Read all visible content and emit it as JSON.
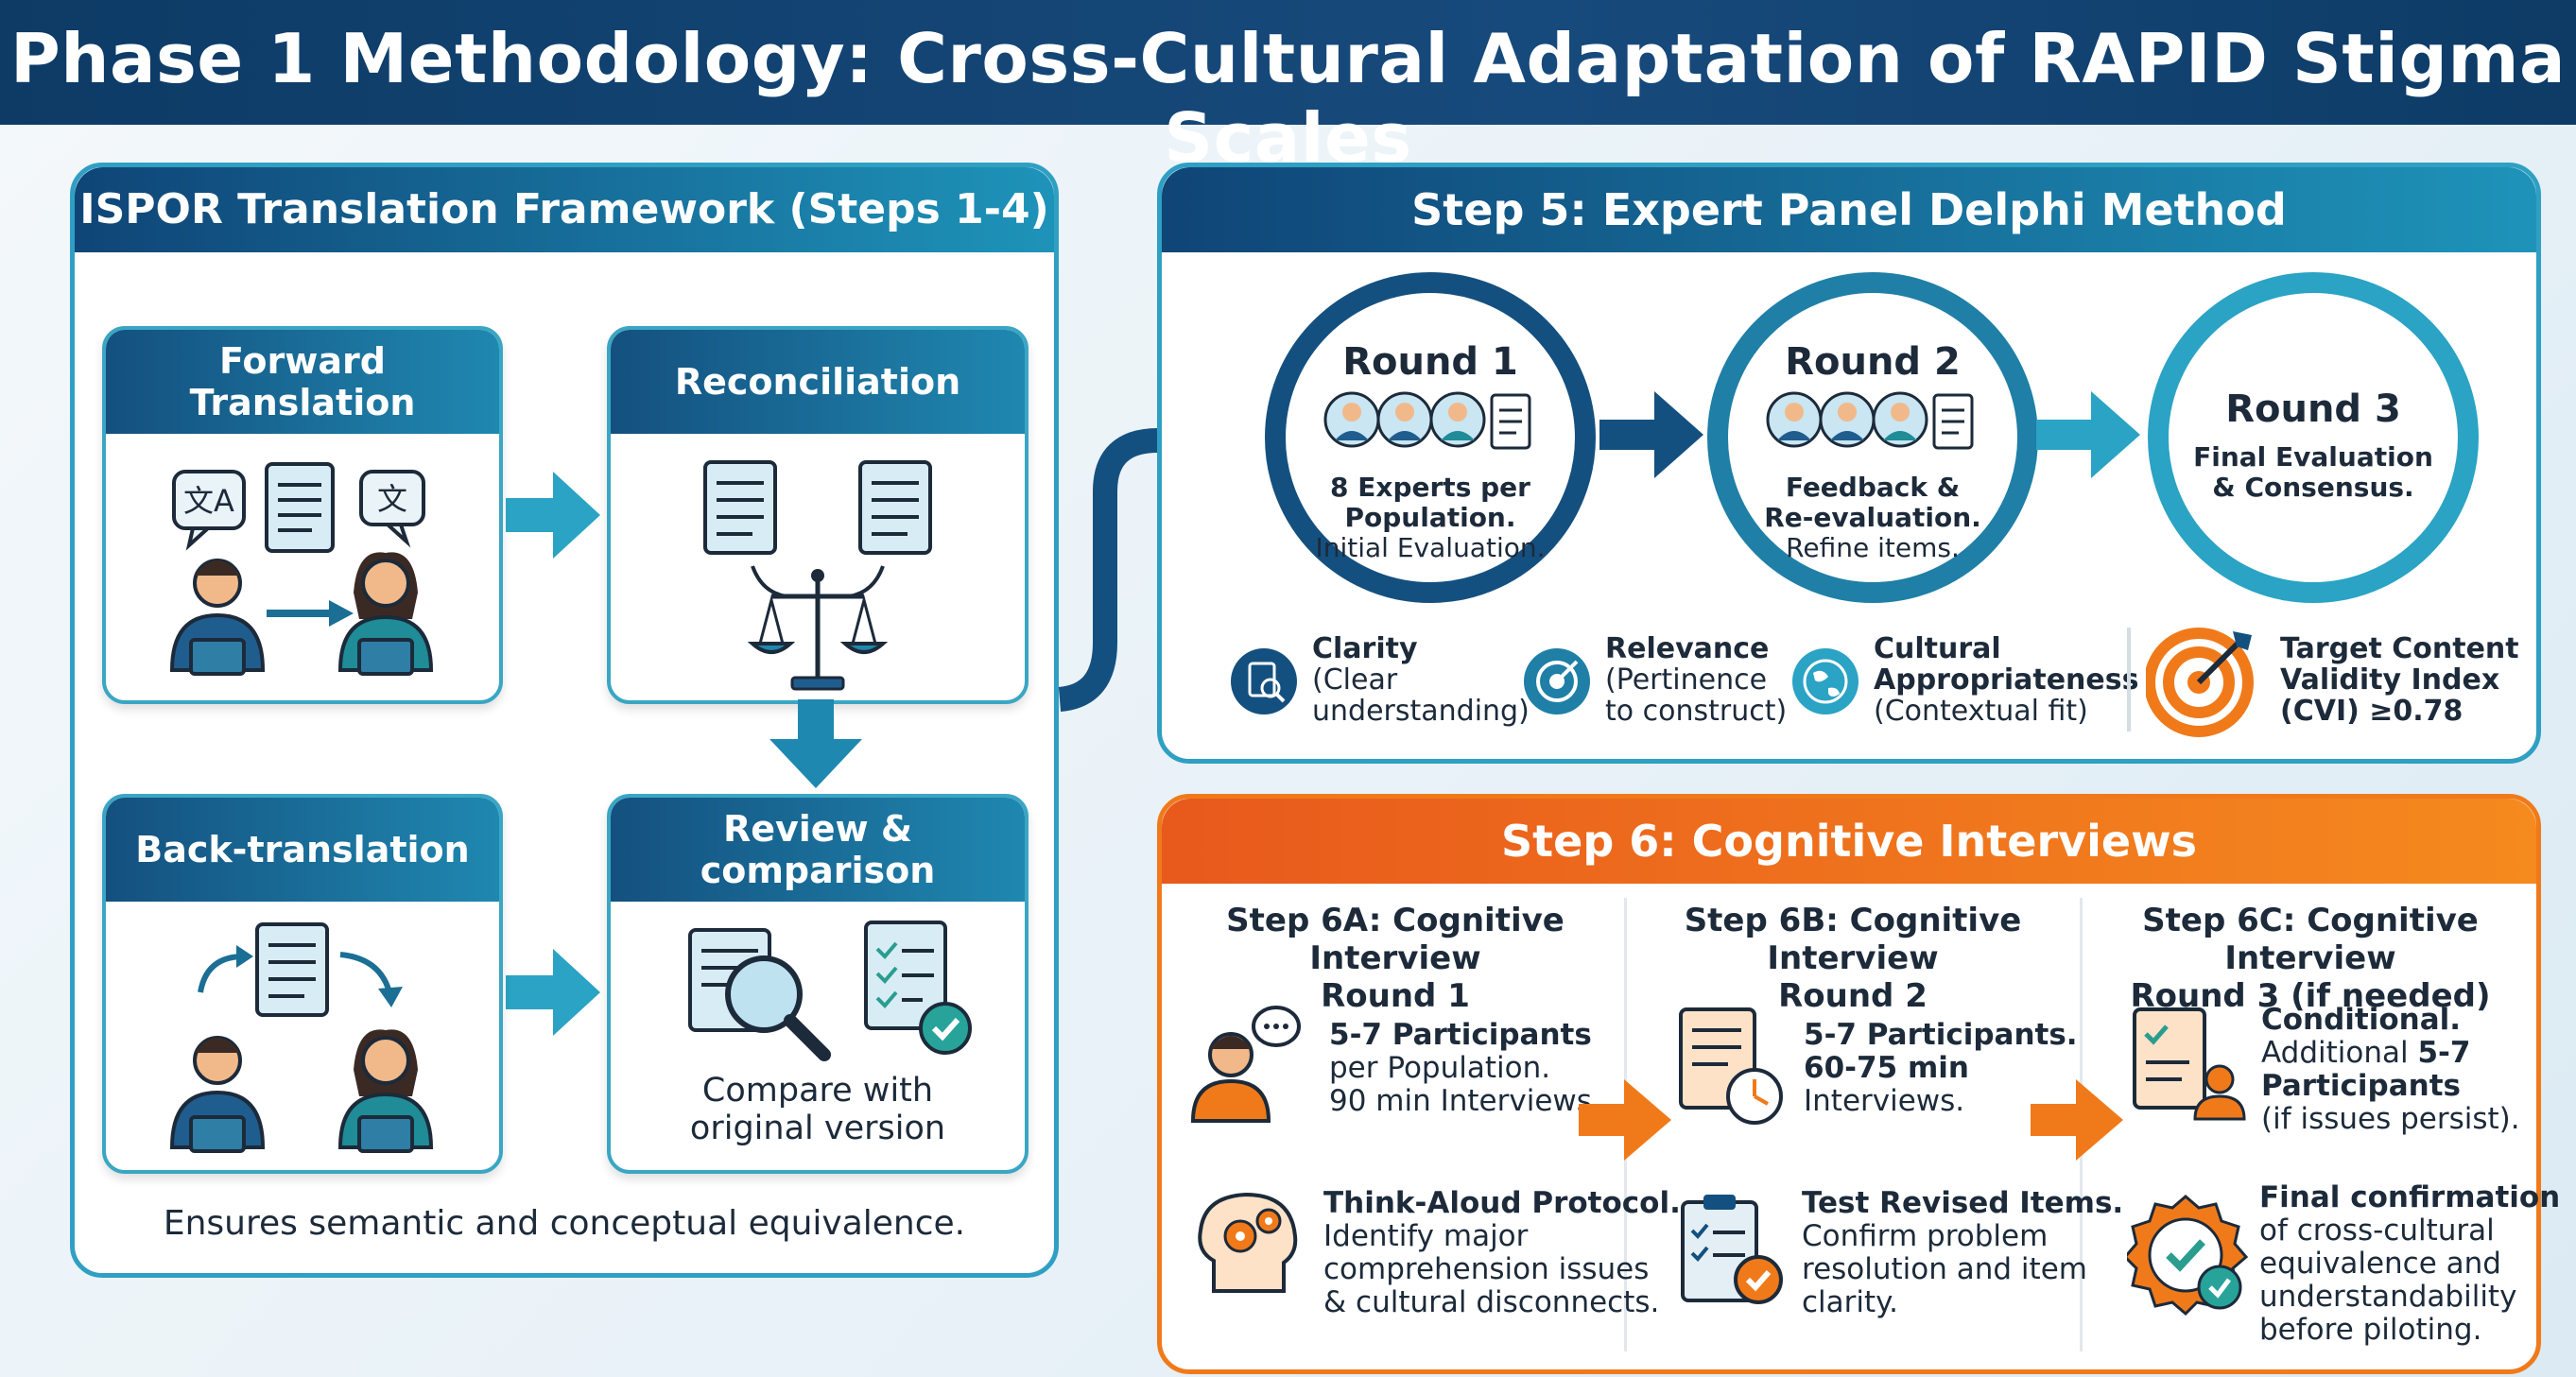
{
  "title": "Phase 1 Methodology: Cross-Cultural Adaptation of RAPID Stigma Scales",
  "ispor": {
    "heading": "ISPOR Translation Framework (Steps 1-4)",
    "forward": {
      "label_line1": "Forward",
      "label_line2": "Translation"
    },
    "reconciliation": {
      "label": "Reconciliation"
    },
    "back": {
      "label": "Back-translation"
    },
    "review": {
      "label": "Review & comparison",
      "caption_line1": "Compare with",
      "caption_line2": "original version"
    },
    "footer": "Ensures semantic and conceptual equivalence."
  },
  "delphi": {
    "heading": "Step 5: Expert Panel Delphi Method",
    "rounds": [
      {
        "title": "Round 1",
        "bold1": "8 Experts per",
        "bold2": "Population.",
        "normal": "Initial Evaluation."
      },
      {
        "title": "Round 2",
        "bold1": "Feedback &",
        "bold2": "Re-evaluation.",
        "normal": "Refine items."
      },
      {
        "title": "Round 3",
        "bold1": "Final Evaluation",
        "bold2": "& Consensus.",
        "normal": ""
      }
    ],
    "criteria": [
      {
        "name": "Clarity",
        "desc1": "(Clear",
        "desc2": "understanding)"
      },
      {
        "name": "Relevance",
        "desc1": "(Pertinence",
        "desc2": "to construct)"
      },
      {
        "name1": "Cultural",
        "name2": "Appropriateness",
        "desc1": "(Contextual fit)"
      },
      {
        "line1": "Target Content",
        "line2": "Validity Index",
        "line3": "(CVI) ≥0.78"
      }
    ]
  },
  "cognitive": {
    "heading": "Step 6: Cognitive Interviews",
    "columns": [
      {
        "title1": "Step 6A: Cognitive Interview",
        "title2": "Round 1",
        "item1": {
          "bold": "5-7 Participants",
          "l2": "per Population.",
          "l3": "90 min Interviews."
        },
        "item2": {
          "bold": "Think-Aloud Protocol.",
          "l2": "Identify major",
          "l3": "comprehension issues",
          "l4": "& cultural disconnects."
        }
      },
      {
        "title1": "Step 6B: Cognitive Interview",
        "title2": "Round 2",
        "item1": {
          "bold": "5-7 Participants.",
          "bold2": "60-75 min",
          "l3": "Interviews."
        },
        "item2": {
          "bold": "Test Revised Items.",
          "l2": "Confirm problem",
          "l3": "resolution and item",
          "l4": "clarity."
        }
      },
      {
        "title1": "Step 6C: Cognitive Interview",
        "title2": "Round 3 (if needed)",
        "item1": {
          "bold": "Conditional.",
          "l2a": "Additional ",
          "l2b": "5-7",
          "bold3": "Participants",
          "l4": "(if issues persist)."
        },
        "item2": {
          "bold": "Final confirmation",
          "l2": "of cross-cultural",
          "l3": "equivalence and",
          "l4": "understandability",
          "l5": "before piloting."
        }
      }
    ]
  },
  "colors": {
    "navy": "#0d3b66",
    "teal": "#1f9dbb",
    "orange": "#f07a1a"
  }
}
